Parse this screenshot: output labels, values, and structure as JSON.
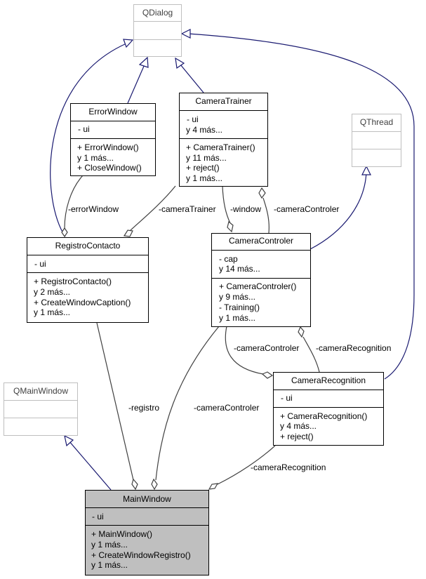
{
  "classes": {
    "qdialog": {
      "name": "QDialog"
    },
    "qthread": {
      "name": "QThread"
    },
    "qmainwindow": {
      "name": "QMainWindow"
    },
    "error_window": {
      "name": "ErrorWindow",
      "attributes": [
        "- ui"
      ],
      "methods": [
        "+ ErrorWindow()",
        "y 1 más...",
        "+ CloseWindow()"
      ]
    },
    "camera_trainer": {
      "name": "CameraTrainer",
      "attributes": [
        "- ui",
        "y 4 más..."
      ],
      "methods": [
        "+ CameraTrainer()",
        "y 11 más...",
        "+ reject()",
        "y 1 más..."
      ]
    },
    "registro_contacto": {
      "name": "RegistroContacto",
      "attributes": [
        "- ui"
      ],
      "methods": [
        "+ RegistroContacto()",
        "y 2 más...",
        "+ CreateWindowCaption()",
        "y 1 más..."
      ]
    },
    "camera_controler": {
      "name": "CameraControler",
      "attributes": [
        "- cap",
        "y 14 más..."
      ],
      "methods": [
        "+ CameraControler()",
        "y 9 más...",
        "- Training()",
        "y 1 más..."
      ]
    },
    "camera_recognition": {
      "name": "CameraRecognition",
      "attributes": [
        "- ui"
      ],
      "methods": [
        "+ CameraRecognition()",
        "y 4 más...",
        "+ reject()"
      ]
    },
    "main_window": {
      "name": "MainWindow",
      "attributes": [
        "- ui"
      ],
      "methods": [
        "+ MainWindow()",
        "y 1 más...",
        "+ CreateWindowRegistro()",
        "y 1 más..."
      ]
    }
  },
  "edge_labels": {
    "error_window": "-errorWindow",
    "camera_trainer": "-cameraTrainer",
    "window": "-window",
    "camera_controler_trainer": "-cameraControler",
    "camera_controler_recognition": "-cameraControler",
    "camera_recognition_controler": "-cameraRecognition",
    "registro": "-registro",
    "camera_controler_main": "-cameraControler",
    "camera_recognition_main": "-cameraRecognition"
  }
}
